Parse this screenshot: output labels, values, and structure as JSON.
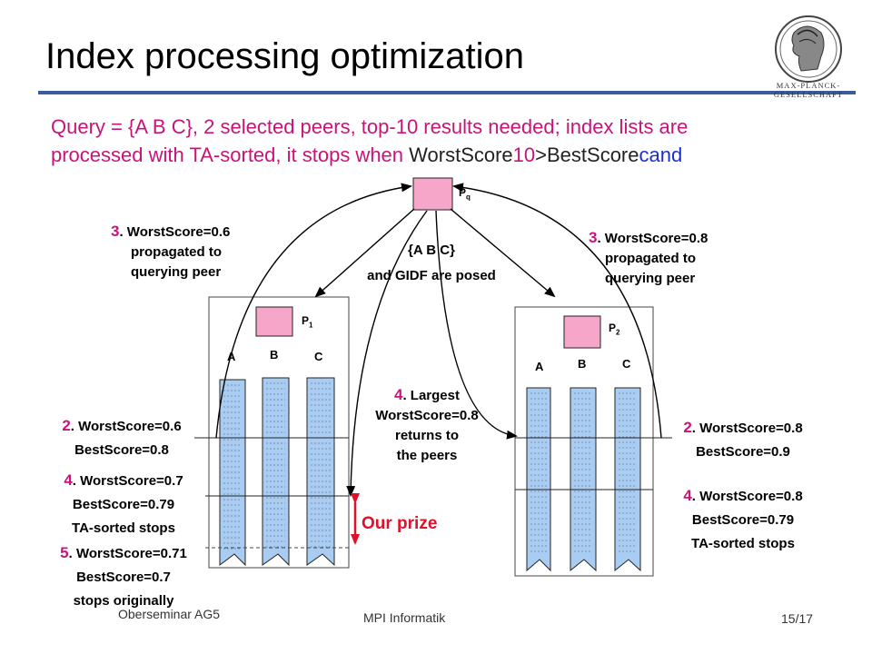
{
  "title": "Index processing optimization",
  "query": {
    "line1": "Query = {A B C}, 2 selected peers, top-10 results needed; index lists are",
    "line2_a": "processed with TA-sorted, it stops when ",
    "line2_b": "WorstScore",
    "line2_c": "10",
    "line2_d": ">BestScore",
    "line2_e": "cand"
  },
  "peers": {
    "pq": "P",
    "pq_sub": "q",
    "p1": "P",
    "p1_sub": "1",
    "p2": "P",
    "p2_sub": "2",
    "lists": [
      "A",
      "B",
      "C"
    ]
  },
  "posed": {
    "line1": "{A B C}",
    "line2": "and GIDF are posed"
  },
  "left_step3": {
    "num": "3",
    "line1": ". WorstScore=0.6",
    "line2": "propagated to",
    "line3": "querying peer"
  },
  "right_step3": {
    "num": "3",
    "line1": ". WorstScore=0.8",
    "line2": "propagated to",
    "line3": "querying peer"
  },
  "center_step4": {
    "num": "4",
    "line1": ". Largest",
    "line2": "WorstScore=0.8",
    "line3": "returns to",
    "line4": "the peers"
  },
  "left_step2": {
    "num": "2",
    "line1": ". WorstScore=0.6",
    "line2": "BestScore=0.8"
  },
  "left_step4": {
    "num": "4",
    "line1": ". WorstScore=0.7",
    "line2": "BestScore=0.79",
    "line3": "TA-sorted stops"
  },
  "left_step5": {
    "num": "5",
    "line1": ". WorstScore=0.71",
    "line2": "BestScore=0.7",
    "line3": "stops originally"
  },
  "right_step2": {
    "num": "2",
    "line1": ". WorstScore=0.8",
    "line2": "BestScore=0.9"
  },
  "right_step4": {
    "num": "4",
    "line1": ". WorstScore=0.8",
    "line2": "BestScore=0.79",
    "line3": "TA-sorted stops"
  },
  "prize": "Our prize",
  "footer": {
    "left": "Oberseminar AG5",
    "center": "MPI Informatik",
    "page": "15/17"
  },
  "logo": {
    "text": "MAX-PLANCK-GESELLSCHAFT"
  },
  "colors": {
    "accent_magenta": "#c8147a",
    "peer_box": "#f6a6c8",
    "list_fill": "#a9cdf2",
    "rule_blue": "#3a5ba0",
    "prize_red": "#e0102a",
    "cand_blue": "#1a2fd0"
  }
}
